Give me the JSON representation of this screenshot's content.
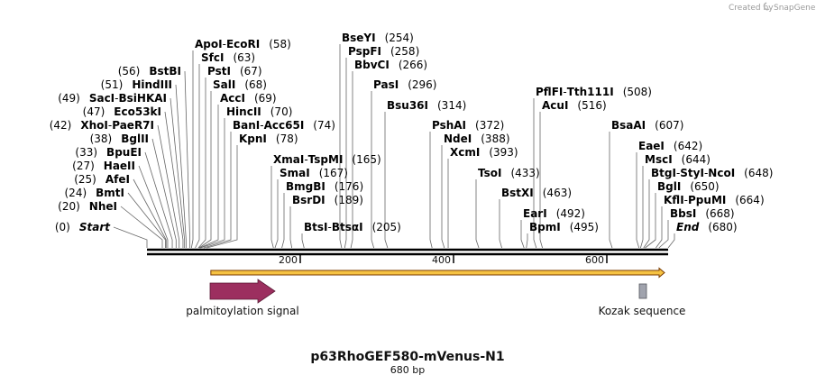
{
  "credit": {
    "prefix": "Created by",
    "brand": "SnapGene"
  },
  "map": {
    "title": "p63RhoGEF580-mVenus-N1",
    "length_label": "680 bp",
    "total_bp": 680,
    "ticks": [
      {
        "value": 200,
        "label": "200"
      },
      {
        "value": 400,
        "label": "400"
      },
      {
        "value": 600,
        "label": "600"
      }
    ],
    "colors": {
      "backbone": "#000000",
      "orf_fill": "#f5c242",
      "orf_stroke": "#7a3b00",
      "signal": "#9c2f5f",
      "kozak": "#a0a3ad",
      "leader": "#666666"
    }
  },
  "features": [
    {
      "name": "palmitoylation signal",
      "start": 1,
      "end": 87,
      "type": "arrow"
    },
    {
      "name": "Kozak sequence",
      "start": 644,
      "end": 653,
      "type": "box"
    }
  ],
  "orf": {
    "start": 1,
    "end": 680
  },
  "sites": [
    {
      "name": "Start",
      "pos": "(0)",
      "bp": 0,
      "italic": true
    },
    {
      "name": "NheI",
      "pos": "(20)",
      "bp": 20
    },
    {
      "name": "BmtI",
      "pos": "(24)",
      "bp": 24
    },
    {
      "name": "AfeI",
      "pos": "(25)",
      "bp": 25
    },
    {
      "name": "HaeII",
      "pos": "(27)",
      "bp": 27
    },
    {
      "name": "BpuEI",
      "pos": "(33)",
      "bp": 33
    },
    {
      "name": "BglII",
      "pos": "(38)",
      "bp": 38
    },
    {
      "name": "XhoI",
      "name2": "PaeR7I",
      "pos": "(42)",
      "bp": 42
    },
    {
      "name": "Eco53kI",
      "pos": "(47)",
      "bp": 47
    },
    {
      "name": "SacI",
      "name2": "BsiHKAI",
      "pos": "(49)",
      "bp": 49
    },
    {
      "name": "HindIII",
      "pos": "(51)",
      "bp": 51
    },
    {
      "name": "BstBI",
      "pos": "(56)",
      "bp": 56
    },
    {
      "name": "ApoI",
      "name2": "EcoRI",
      "pos": "(58)",
      "bp": 58
    },
    {
      "name": "SfcI",
      "pos": "(63)",
      "bp": 63
    },
    {
      "name": "PstI",
      "pos": "(67)",
      "bp": 67
    },
    {
      "name": "SalI",
      "pos": "(68)",
      "bp": 68
    },
    {
      "name": "AccI",
      "pos": "(69)",
      "bp": 69
    },
    {
      "name": "HincII",
      "pos": "(70)",
      "bp": 70
    },
    {
      "name": "BanI",
      "name2": "Acc65I",
      "pos": "(74)",
      "bp": 74
    },
    {
      "name": "KpnI",
      "pos": "(78)",
      "bp": 78
    },
    {
      "name": "XmaI",
      "name2": "TspMI",
      "pos": "(165)",
      "bp": 165
    },
    {
      "name": "SmaI",
      "pos": "(167)",
      "bp": 167
    },
    {
      "name": "BmgBI",
      "pos": "(176)",
      "bp": 176
    },
    {
      "name": "BsrDI",
      "pos": "(189)",
      "bp": 189
    },
    {
      "name": "BtsI",
      "name2": "BtsαI",
      "pos": "(205)",
      "bp": 205
    },
    {
      "name": "BseYI",
      "pos": "(254)",
      "bp": 254
    },
    {
      "name": "PspFI",
      "pos": "(258)",
      "bp": 258
    },
    {
      "name": "BbvCI",
      "pos": "(266)",
      "bp": 266
    },
    {
      "name": "PasI",
      "pos": "(296)",
      "bp": 296
    },
    {
      "name": "Bsu36I",
      "pos": "(314)",
      "bp": 314
    },
    {
      "name": "PshAI",
      "pos": "(372)",
      "bp": 372
    },
    {
      "name": "NdeI",
      "pos": "(388)",
      "bp": 388
    },
    {
      "name": "XcmI",
      "pos": "(393)",
      "bp": 393
    },
    {
      "name": "TsoI",
      "pos": "(433)",
      "bp": 433
    },
    {
      "name": "BstXI",
      "pos": "(463)",
      "bp": 463
    },
    {
      "name": "EarI",
      "pos": "(492)",
      "bp": 492
    },
    {
      "name": "BpmI",
      "pos": "(495)",
      "bp": 495
    },
    {
      "name": "PflFI",
      "name2": "Tth111I",
      "pos": "(508)",
      "bp": 508
    },
    {
      "name": "AcuI",
      "pos": "(516)",
      "bp": 516
    },
    {
      "name": "BsaAI",
      "pos": "(607)",
      "bp": 607
    },
    {
      "name": "EaeI",
      "pos": "(642)",
      "bp": 642
    },
    {
      "name": "MscI",
      "pos": "(644)",
      "bp": 644
    },
    {
      "name": "BtgI",
      "name2": "StyI",
      "name3": "NcoI",
      "pos": "(648)",
      "bp": 648
    },
    {
      "name": "BglI",
      "pos": "(650)",
      "bp": 650
    },
    {
      "name": "KflI",
      "name2": "PpuMI",
      "pos": "(664)",
      "bp": 664
    },
    {
      "name": "BbsI",
      "pos": "(668)",
      "bp": 668
    },
    {
      "name": "End",
      "pos": "(680)",
      "bp": 680,
      "italic": true
    }
  ]
}
